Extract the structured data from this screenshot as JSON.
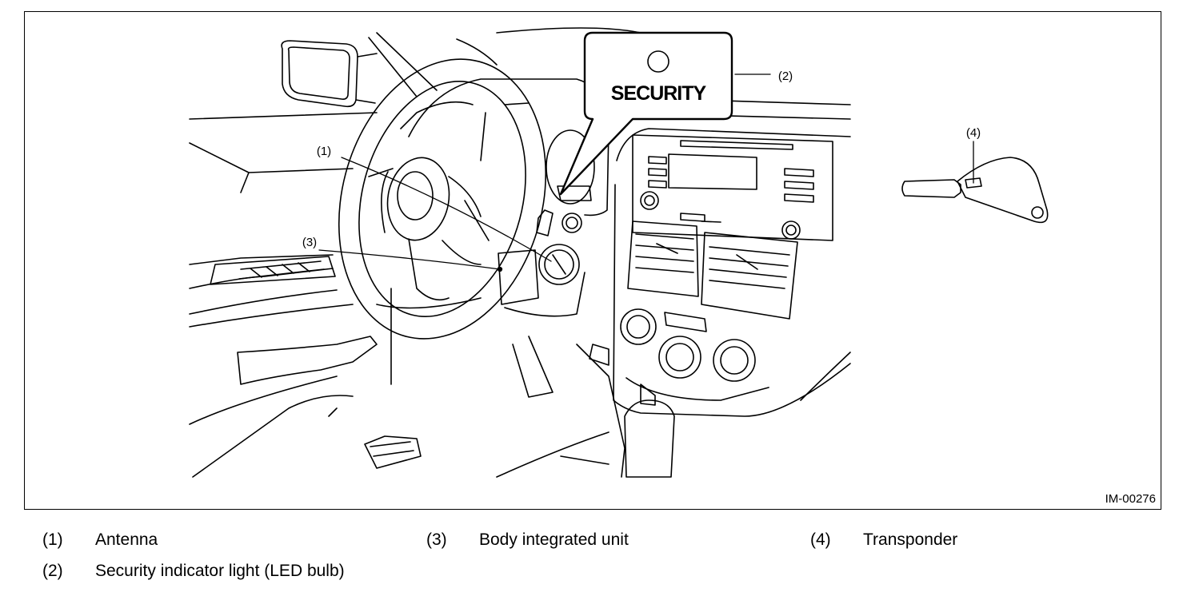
{
  "figure": {
    "id": "IM-00276",
    "indicator_label": "SECURITY",
    "callouts": [
      "(1)",
      "(2)",
      "(3)",
      "(4)"
    ]
  },
  "legend": [
    {
      "num": "(1)",
      "label": "Antenna"
    },
    {
      "num": "(2)",
      "label": "Security indicator light (LED bulb)"
    },
    {
      "num": "(3)",
      "label": "Body integrated unit"
    },
    {
      "num": "(4)",
      "label": "Transponder"
    }
  ]
}
